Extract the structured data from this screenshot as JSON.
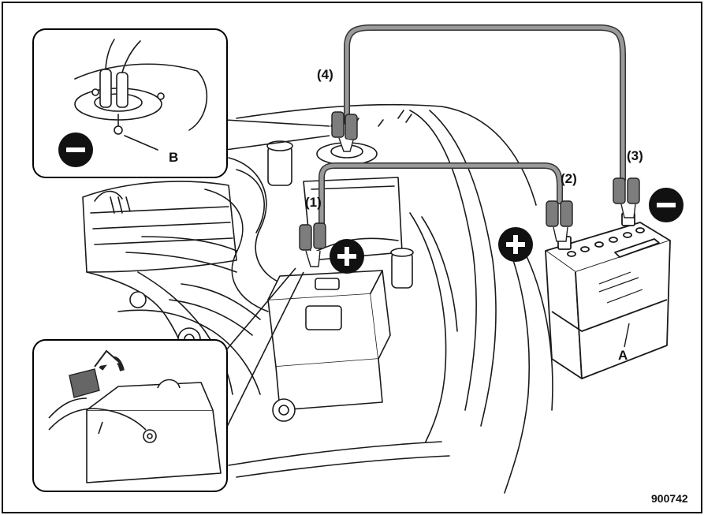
{
  "labels": {
    "cable_1": "(1)",
    "cable_2": "(2)",
    "cable_3": "(3)",
    "cable_4": "(4)",
    "battery_a": "A",
    "ground_point_b": "B",
    "figure_id": "900742"
  },
  "symbols": {
    "positive": "+",
    "negative": "−"
  },
  "colors": {
    "cable": "#9a9a9a",
    "cable_outline": "#333333",
    "clamp": "#7d7d7d",
    "symbol_fill": "#111111",
    "line_art": "#1a1a1a"
  }
}
